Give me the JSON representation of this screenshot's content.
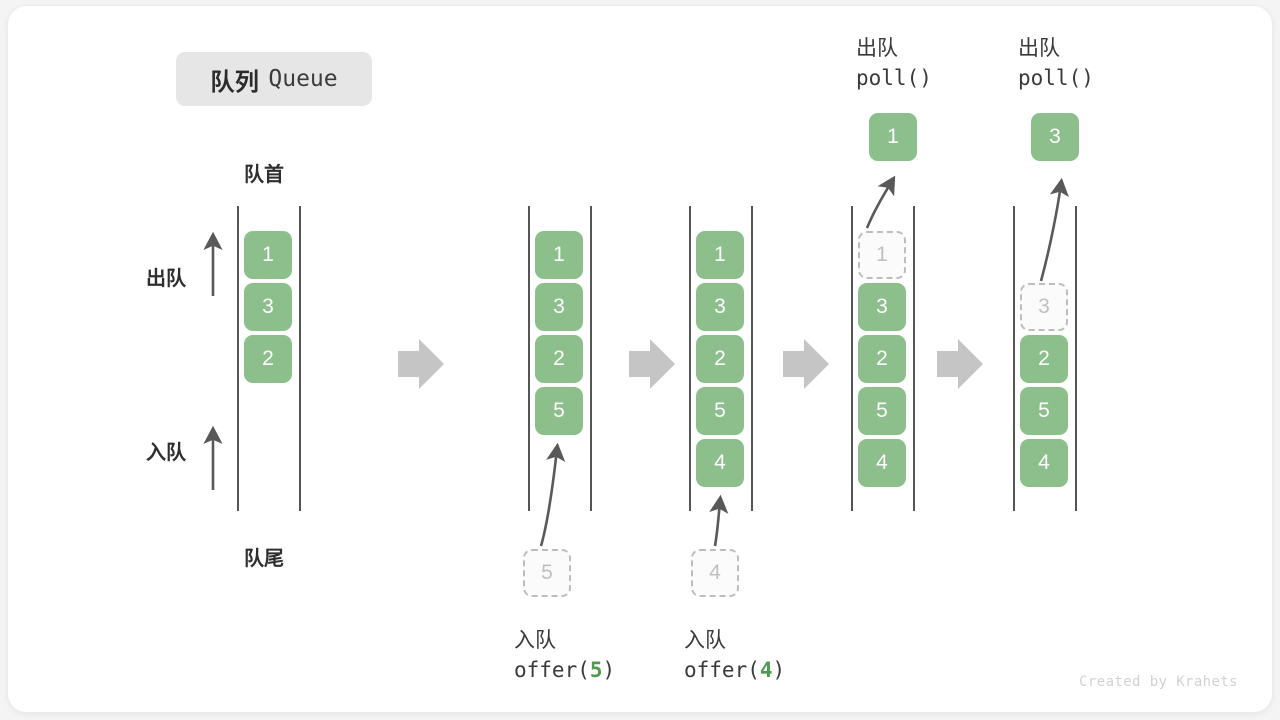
{
  "title": {
    "cn": "队列",
    "en": "Queue"
  },
  "labels": {
    "head": "队首",
    "tail": "队尾",
    "dequeue_side": "出队",
    "enqueue_side": "入队"
  },
  "operations": [
    {
      "id": "offer-5",
      "cn": "入队",
      "fn_prefix": "offer(",
      "arg": "5",
      "fn_suffix": ")",
      "position": "bottom"
    },
    {
      "id": "offer-4",
      "cn": "入队",
      "fn_prefix": "offer(",
      "arg": "4",
      "fn_suffix": ")",
      "position": "bottom"
    },
    {
      "id": "poll-1",
      "cn": "出队",
      "fn_prefix": "poll(",
      "arg": "",
      "fn_suffix": ")",
      "position": "top"
    },
    {
      "id": "poll-2",
      "cn": "出队",
      "fn_prefix": "poll(",
      "arg": "",
      "fn_suffix": ")",
      "position": "top"
    }
  ],
  "queues": [
    {
      "id": "queue-initial",
      "items": [
        "1",
        "3",
        "2"
      ],
      "ghost_slot": null,
      "ghost_value": null
    },
    {
      "id": "queue-after-offer-5",
      "items": [
        "1",
        "3",
        "2",
        "5"
      ],
      "ghost_slot": null,
      "ghost_value": null
    },
    {
      "id": "queue-after-offer-4",
      "items": [
        "1",
        "3",
        "2",
        "5",
        "4"
      ],
      "ghost_slot": null,
      "ghost_value": null
    },
    {
      "id": "queue-after-poll-1",
      "items": [
        "3",
        "2",
        "5",
        "4"
      ],
      "ghost_slot": 0,
      "ghost_value": "1"
    },
    {
      "id": "queue-after-poll-2",
      "items": [
        "2",
        "5",
        "4"
      ],
      "ghost_slot": 1,
      "ghost_value": "3"
    }
  ],
  "incoming": [
    {
      "id": "incoming-5",
      "value": "5"
    },
    {
      "id": "incoming-4",
      "value": "4"
    }
  ],
  "popped": [
    {
      "id": "popped-1",
      "value": "1"
    },
    {
      "id": "popped-3",
      "value": "3"
    }
  ],
  "colors": {
    "element_green": "#8cbf8c",
    "ghost_border": "#bdbdbd",
    "ghost_text": "#c0c0c0",
    "rail": "#555555",
    "step_arrow": "#c5c5c5",
    "curve_arrow": "#595959",
    "badge_bg": "#e6e6e6",
    "watermark": "#d2d2d2"
  },
  "watermark": "Created by Krahets"
}
